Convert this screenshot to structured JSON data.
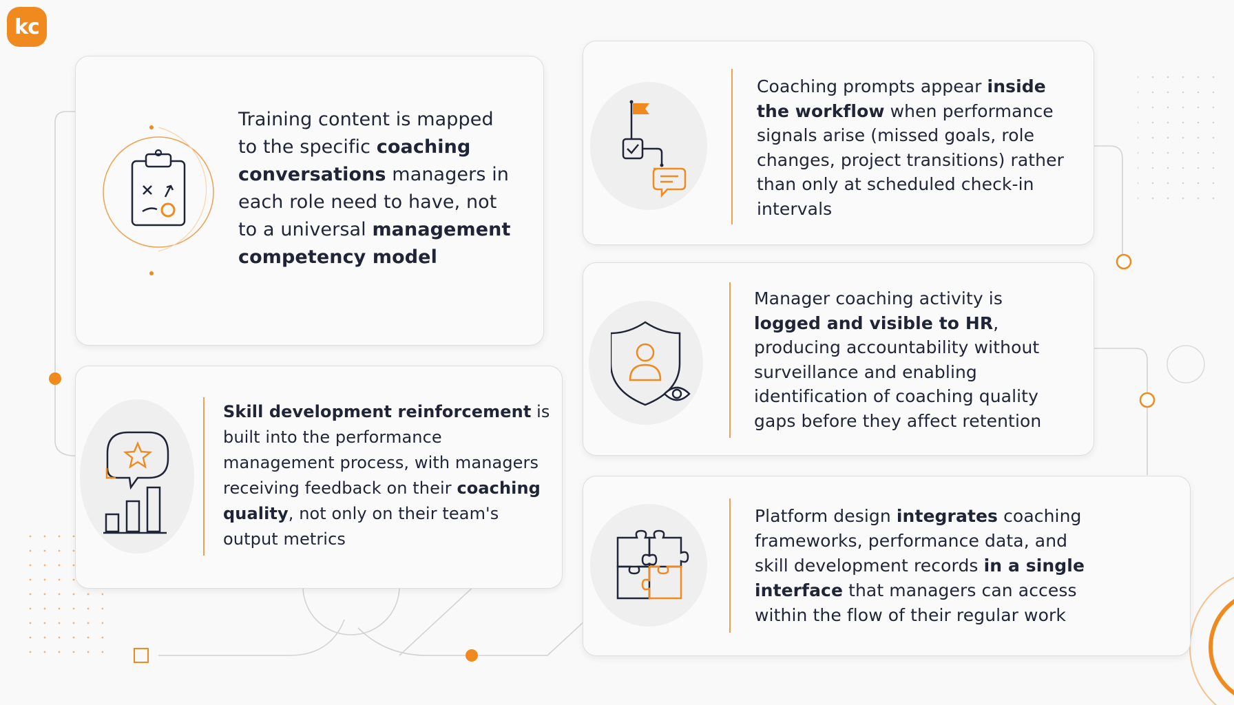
{
  "brand": {
    "logo_text": "kc",
    "accent": "#f08a1f",
    "ink": "#1f2536"
  },
  "cards": [
    {
      "icon": "clipboard-strategy-icon",
      "segments": [
        {
          "t": "Training content is mapped to the specific ",
          "b": false
        },
        {
          "t": "coaching conversations",
          "b": true
        },
        {
          "t": " managers in each role need to have, not to a universal ",
          "b": false
        },
        {
          "t": "management competency model",
          "b": true
        }
      ]
    },
    {
      "icon": "chat-star-bar-chart-icon",
      "segments": [
        {
          "t": "Skill development reinforcement",
          "b": true
        },
        {
          "t": " is built into the performance management process, with managers receiving feedback on their ",
          "b": false
        },
        {
          "t": "coaching quality",
          "b": true
        },
        {
          "t": ", not only on their team's output metrics",
          "b": false
        }
      ]
    },
    {
      "icon": "workflow-flag-icon",
      "segments": [
        {
          "t": "Coaching prompts appear ",
          "b": false
        },
        {
          "t": "inside the workflow",
          "b": true
        },
        {
          "t": " when performance signals arise (missed goals, role changes, project transitions) rather than only at scheduled check-in intervals",
          "b": false
        }
      ]
    },
    {
      "icon": "shield-user-eye-icon",
      "segments": [
        {
          "t": "Manager coaching activity is ",
          "b": false
        },
        {
          "t": "logged and visible to HR",
          "b": true
        },
        {
          "t": ", producing accountability without surveillance and enabling identification of coaching quality gaps before they affect retention",
          "b": false
        }
      ]
    },
    {
      "icon": "puzzle-pieces-icon",
      "segments": [
        {
          "t": "Platform design ",
          "b": false
        },
        {
          "t": "integrates",
          "b": true
        },
        {
          "t": " coaching frameworks, performance data, and skill development records ",
          "b": false
        },
        {
          "t": "in a single interface",
          "b": true
        },
        {
          "t": " that managers can access within the flow of their regular work",
          "b": false
        }
      ]
    }
  ]
}
